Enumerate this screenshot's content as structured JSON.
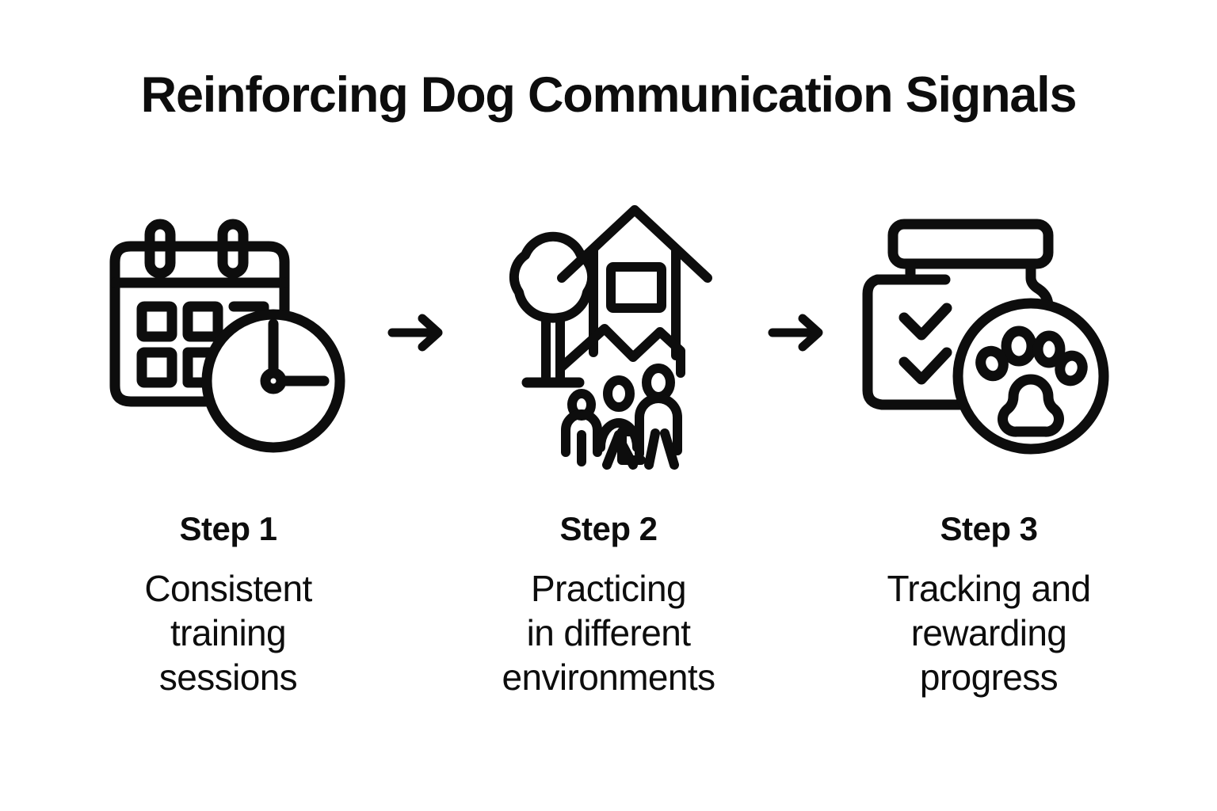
{
  "title": "Reinforcing Dog Communication Signals",
  "background_color": "#ffffff",
  "ink_color": "#0d0d0d",
  "steps": [
    {
      "label": "Step 1",
      "desc_lines": [
        "Consistent",
        "training",
        "sessions"
      ],
      "desc": "Consistent training sessions",
      "icon": "calendar-clock-icon"
    },
    {
      "label": "Step 2",
      "desc_lines": [
        "Practicing",
        "in different",
        "environments"
      ],
      "desc": "Practicing in different environments",
      "icon": "neighborhood-people-icon"
    },
    {
      "label": "Step 3",
      "desc_lines": [
        "Tracking and",
        "rewarding",
        "progress"
      ],
      "desc": "Tracking and rewarding progress",
      "icon": "treat-jar-paw-icon"
    }
  ],
  "connectors": [
    {
      "icon": "arrow-right-icon"
    },
    {
      "icon": "arrow-right-icon"
    }
  ]
}
